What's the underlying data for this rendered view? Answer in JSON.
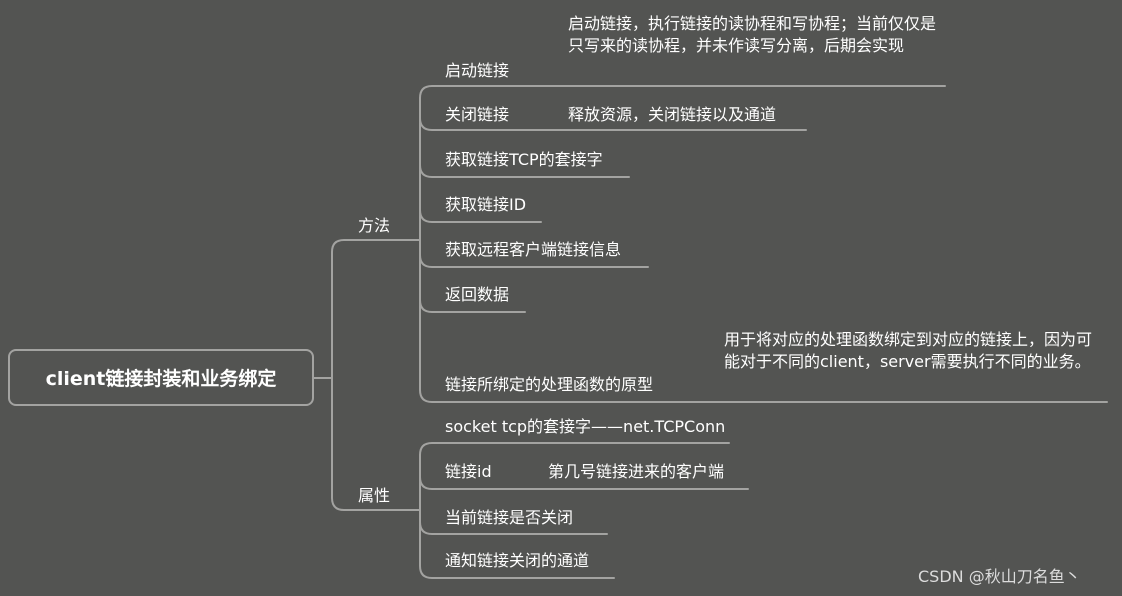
{
  "root": {
    "label": "client链接封装和业务绑定"
  },
  "branches": [
    {
      "label": "方法",
      "children": [
        {
          "label": "启动链接",
          "desc": "启动链接，执行链接的读协程和写协程；当前仅仅是只写来的读协程，并未作读写分离，后期会实现"
        },
        {
          "label": "关闭链接",
          "desc": "释放资源，关闭链接以及通道"
        },
        {
          "label": "获取链接TCP的套接字"
        },
        {
          "label": "获取链接ID"
        },
        {
          "label": "获取远程客户端链接信息"
        },
        {
          "label": "返回数据"
        },
        {
          "label": "链接所绑定的处理函数的原型",
          "desc": "用于将对应的处理函数绑定到对应的链接上，因为可能对于不同的client，server需要执行不同的业务。"
        }
      ]
    },
    {
      "label": "属性",
      "children": [
        {
          "label": "socket tcp的套接字——net.TCPConn"
        },
        {
          "label": "链接id",
          "desc": "第几号链接进来的客户端"
        },
        {
          "label": "当前链接是否关闭"
        },
        {
          "label": "通知链接关闭的通道"
        }
      ]
    }
  ],
  "watermark": "CSDN @秋山刀名鱼丶",
  "colors": {
    "background": "#535452",
    "line": "#a3a3a1",
    "text": "#ffffff"
  }
}
